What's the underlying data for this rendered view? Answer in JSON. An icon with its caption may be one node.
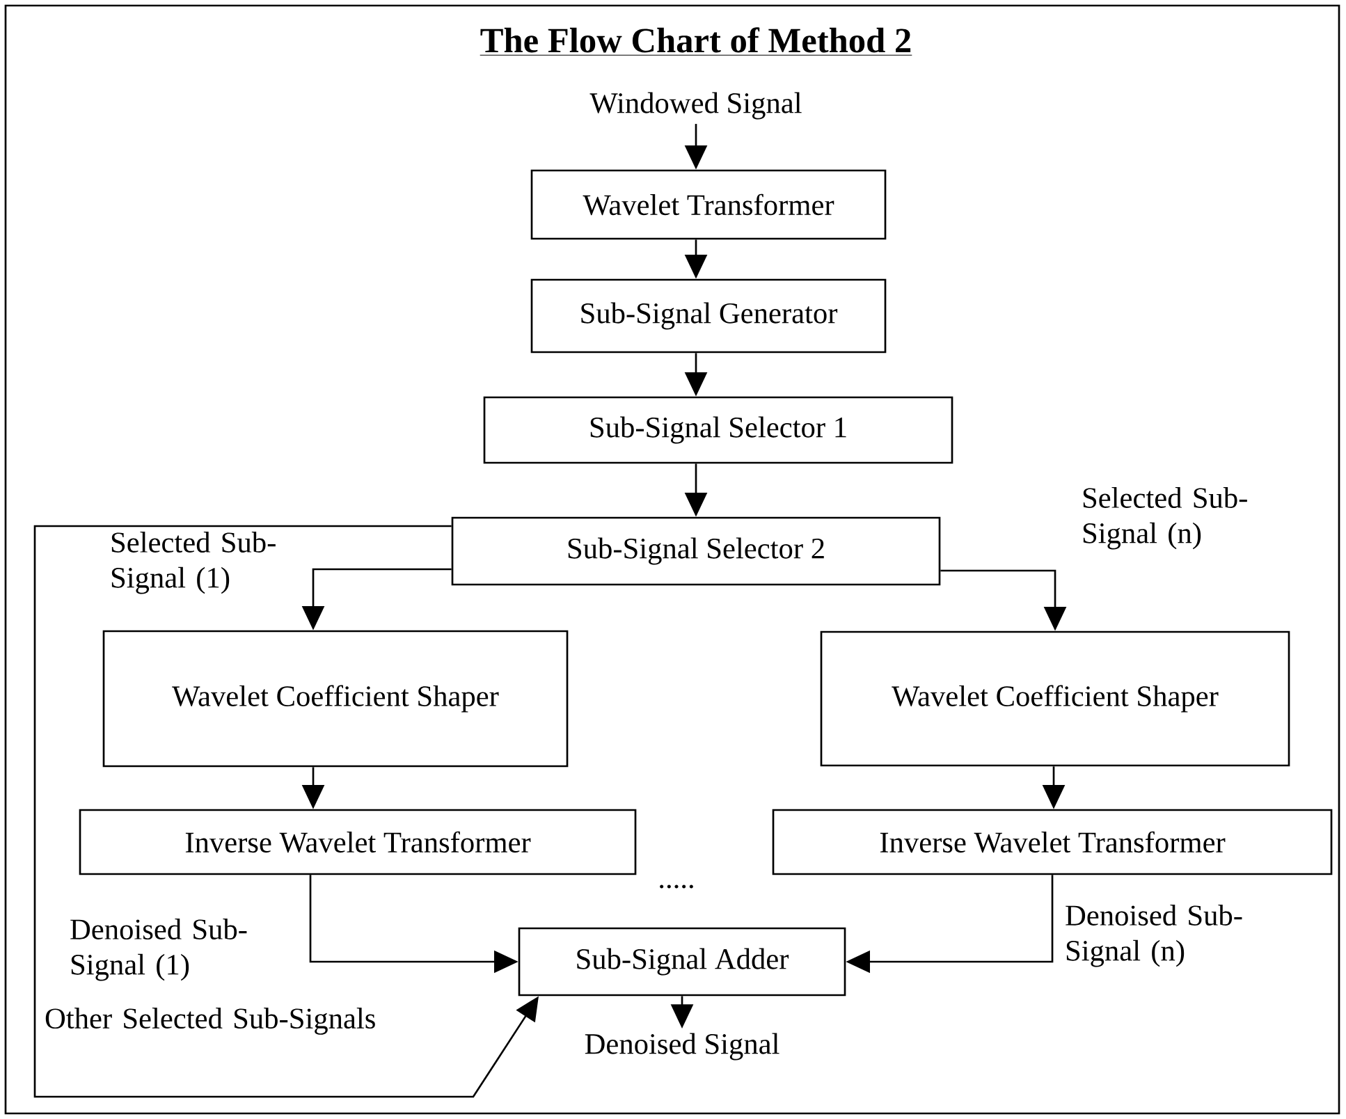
{
  "diagram": {
    "title": "The Flow Chart of Method 2",
    "nodes": [
      {
        "text": [
          "Windowed Signal"
        ]
      },
      {
        "text": [
          "Wavelet Transformer"
        ]
      },
      {
        "text": [
          "Sub-Signal Generator"
        ]
      },
      {
        "text": [
          "Sub-Signal Selector 1"
        ]
      },
      {
        "text": [
          "Sub-Signal Selector 2"
        ]
      },
      {
        "text": [
          "Wavelet Coefficient Shaper"
        ]
      },
      {
        "text": [
          "Wavelet Coefficient Shaper"
        ]
      },
      {
        "text": [
          "Inverse Wavelet Transformer"
        ]
      },
      {
        "text": [
          "Inverse Wavelet Transformer"
        ]
      },
      {
        "text": [
          "Sub-Signal Adder"
        ]
      },
      {
        "text": [
          "Denoised Signal"
        ]
      }
    ],
    "edges": [
      {
        "from": 0,
        "to": 1,
        "arrow": "to"
      },
      {
        "from": 1,
        "to": 2,
        "arrow": "to"
      },
      {
        "from": 2,
        "to": 3,
        "arrow": "to"
      },
      {
        "from": 3,
        "to": 4,
        "arrow": "to"
      },
      {
        "from": 4,
        "to": 5,
        "arrow": "to",
        "label": "Selected Sub-Signal (1)"
      },
      {
        "from": 4,
        "to": 6,
        "arrow": "to",
        "label": "Selected Sub-Signal (n)"
      },
      {
        "from": 5,
        "to": 7,
        "arrow": "to"
      },
      {
        "from": 6,
        "to": 8,
        "arrow": "to"
      },
      {
        "from": 7,
        "to": 9,
        "arrow": "to",
        "label": "Denoised Sub-Signal (1)"
      },
      {
        "from": 8,
        "to": 9,
        "arrow": "to",
        "label": "Denoised Sub-Signal (n)"
      },
      {
        "from": 4,
        "to": 9,
        "arrow": "to",
        "label": "Other Selected Sub-Signals"
      },
      {
        "from": 9,
        "to": 10,
        "arrow": "to"
      }
    ],
    "labels": [
      "....."
    ]
  }
}
